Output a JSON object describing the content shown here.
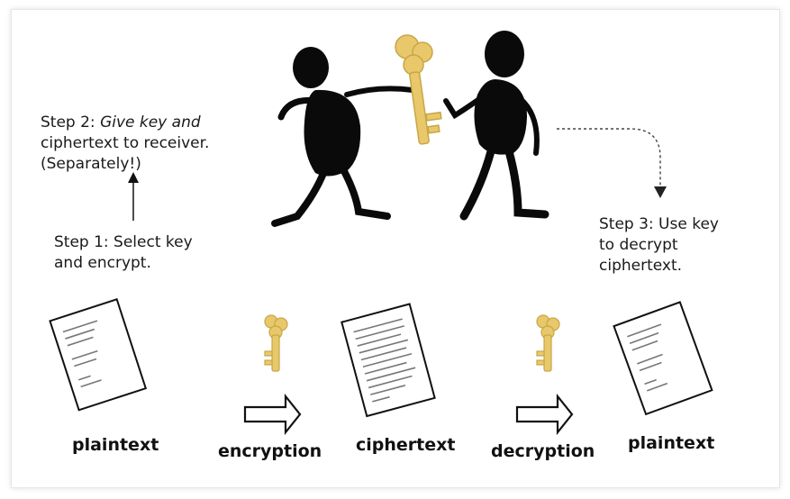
{
  "steps": {
    "step1": "Step 1: Select key\nand encrypt.",
    "step2_prefix": "Step 2: ",
    "step2_italic": "Give key and",
    "step2_rest": "ciphertext to receiver.\n(Separately!)",
    "step3": "Step 3: Use key\nto decrypt\nciphertext."
  },
  "labels": {
    "plaintext_left": "plaintext",
    "encryption": "encryption",
    "ciphertext": "ciphertext",
    "decryption": "decryption",
    "plaintext_right": "plaintext"
  },
  "colors": {
    "key": "#e8c86a",
    "key_outline": "#c9a646",
    "figure": "#0a0a0a",
    "ink": "#1a1a1a"
  },
  "icons": [
    "stick-figure-icon",
    "key-icon",
    "document-icon",
    "right-arrow-icon"
  ]
}
